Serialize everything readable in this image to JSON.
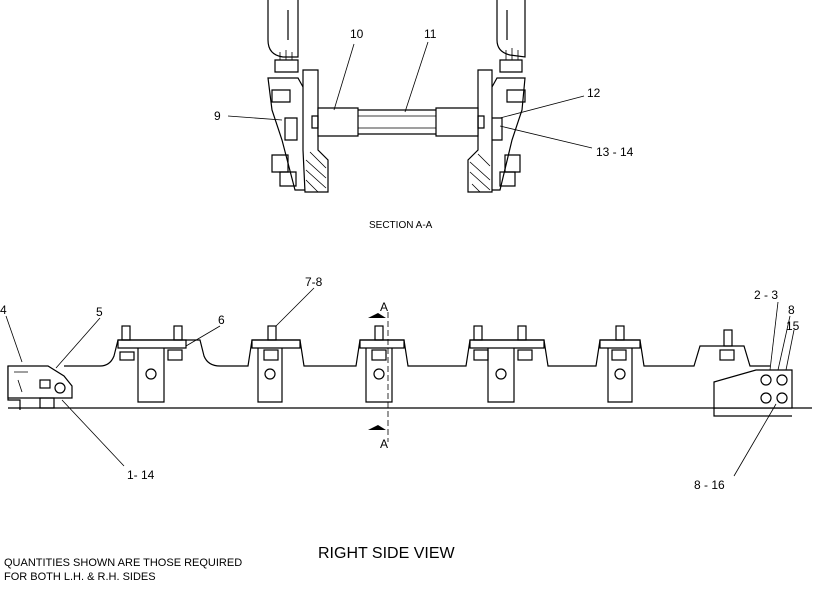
{
  "section_view": {
    "caption": "SECTION A-A",
    "callouts": {
      "c9": "9",
      "c10": "10",
      "c11": "11",
      "c12": "12",
      "c13_14": "13 - 14"
    }
  },
  "side_view": {
    "caption": "RIGHT SIDE VIEW",
    "callouts": {
      "c4": "4",
      "c5": "5",
      "c6": "6",
      "c7_8": "7-8",
      "c2_3": "2 - 3",
      "c8": "8",
      "c15": "15",
      "c1_14": "1- 14",
      "c8_16": "8 - 16"
    },
    "section_marks": {
      "top": "A",
      "bottom": "A"
    }
  },
  "note": {
    "line1": "QUANTITIES SHOWN ARE THOSE REQUIRED",
    "line2": "FOR BOTH L.H. & R.H. SIDES"
  }
}
